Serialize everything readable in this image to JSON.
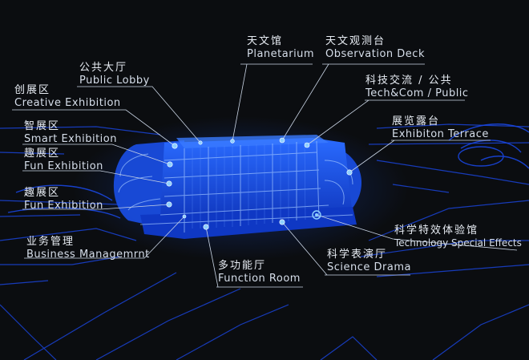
{
  "labels": [
    {
      "key": "planetarium",
      "cn": "天文馆",
      "en": "Planetarium"
    },
    {
      "key": "observation-deck",
      "cn": "天文观测台",
      "en": "Observation Deck"
    },
    {
      "key": "public-lobby",
      "cn": "公共大厅",
      "en": "Public Lobby"
    },
    {
      "key": "creative-exhibition",
      "cn": "创展区",
      "en": "Creative Exhibition"
    },
    {
      "key": "tech-com-public",
      "cn": "科技交流 / 公共",
      "en": "Tech&Com / Public"
    },
    {
      "key": "smart-exhibition",
      "cn": "智展区",
      "en": "Smart Exhibition"
    },
    {
      "key": "exhibition-terrace",
      "cn": "展览露台",
      "en": "Exhibiton Terrace"
    },
    {
      "key": "fun-exhibition-1",
      "cn": "趣展区",
      "en": "Fun Exhibition"
    },
    {
      "key": "fun-exhibition-2",
      "cn": "趣展区",
      "en": "Fun Exhibition"
    },
    {
      "key": "technology-special-effects",
      "cn": "科学特效体验馆",
      "en": "Technology Special Effects"
    },
    {
      "key": "business-management",
      "cn": "业务管理",
      "en": "Business Managemrnt"
    },
    {
      "key": "function-room",
      "cn": "多功能厅",
      "en": "Function Room"
    },
    {
      "key": "science-drama",
      "cn": "科学表演厅",
      "en": "Science Drama"
    }
  ],
  "colors": {
    "background": "#0b0d10",
    "building": "#1f5cff",
    "building_dark": "#0a2a9a",
    "glow": "#3f8cff",
    "grid": "#1a3fcf",
    "leader": "#c9d4e4",
    "marker": "#8fd0ff"
  }
}
